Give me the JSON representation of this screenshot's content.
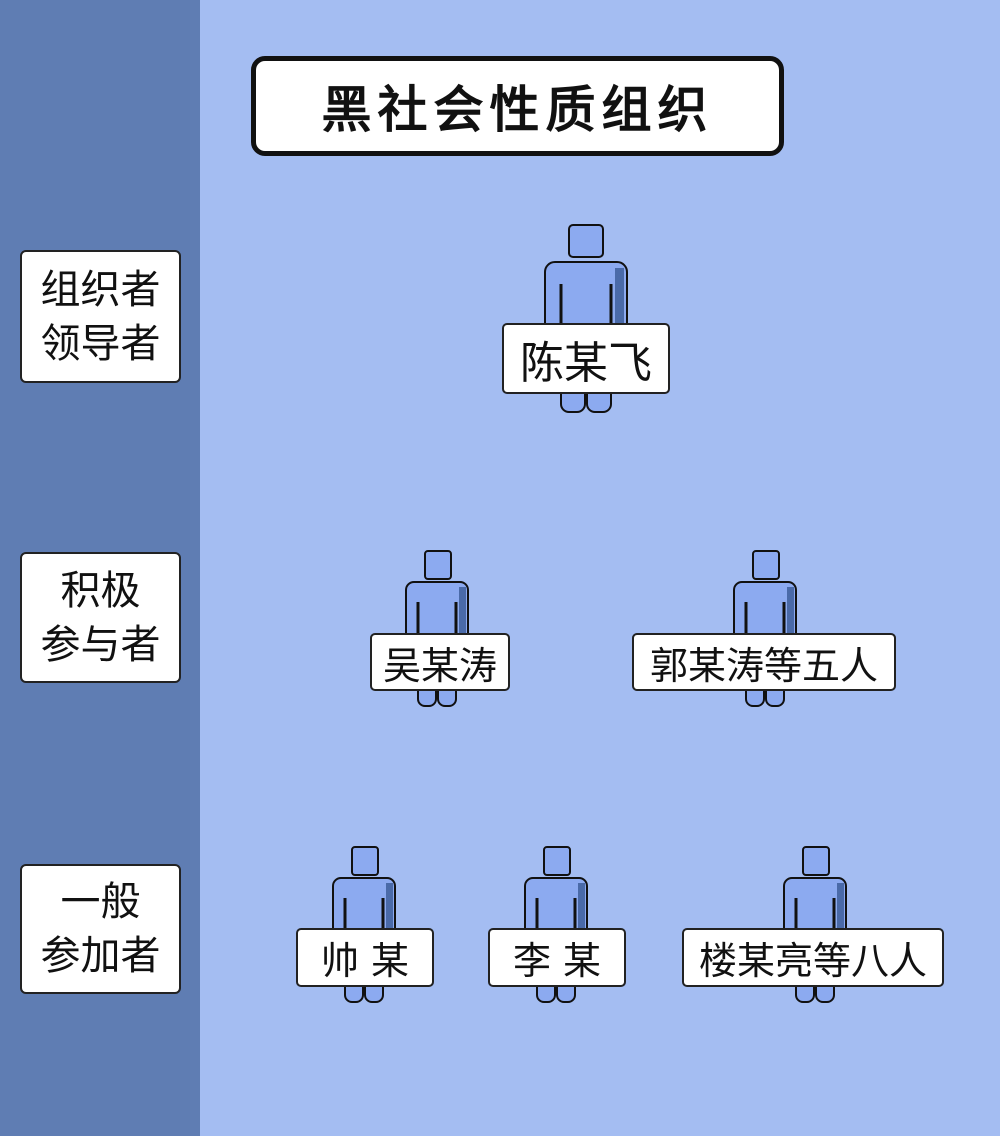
{
  "title": "黑社会性质组织",
  "levels": [
    {
      "line1": "组织者",
      "line2": "领导者"
    },
    {
      "line1": "积极",
      "line2": "参与者"
    },
    {
      "line1": "一般",
      "line2": "参加者"
    }
  ],
  "members": {
    "leader": "陈某飞",
    "active_1": "吴某涛",
    "active_2": "郭某涛等五人",
    "general_1": "帅 某",
    "general_2": "李 某",
    "general_3": "楼某亮等八人"
  },
  "colors": {
    "sidebar": "#5f7db3",
    "background": "#a4bdf2",
    "figure": "#8caaf0",
    "figure_dark": "#4a6aa8",
    "outline": "#111111"
  },
  "icon": "person-figure-icon"
}
